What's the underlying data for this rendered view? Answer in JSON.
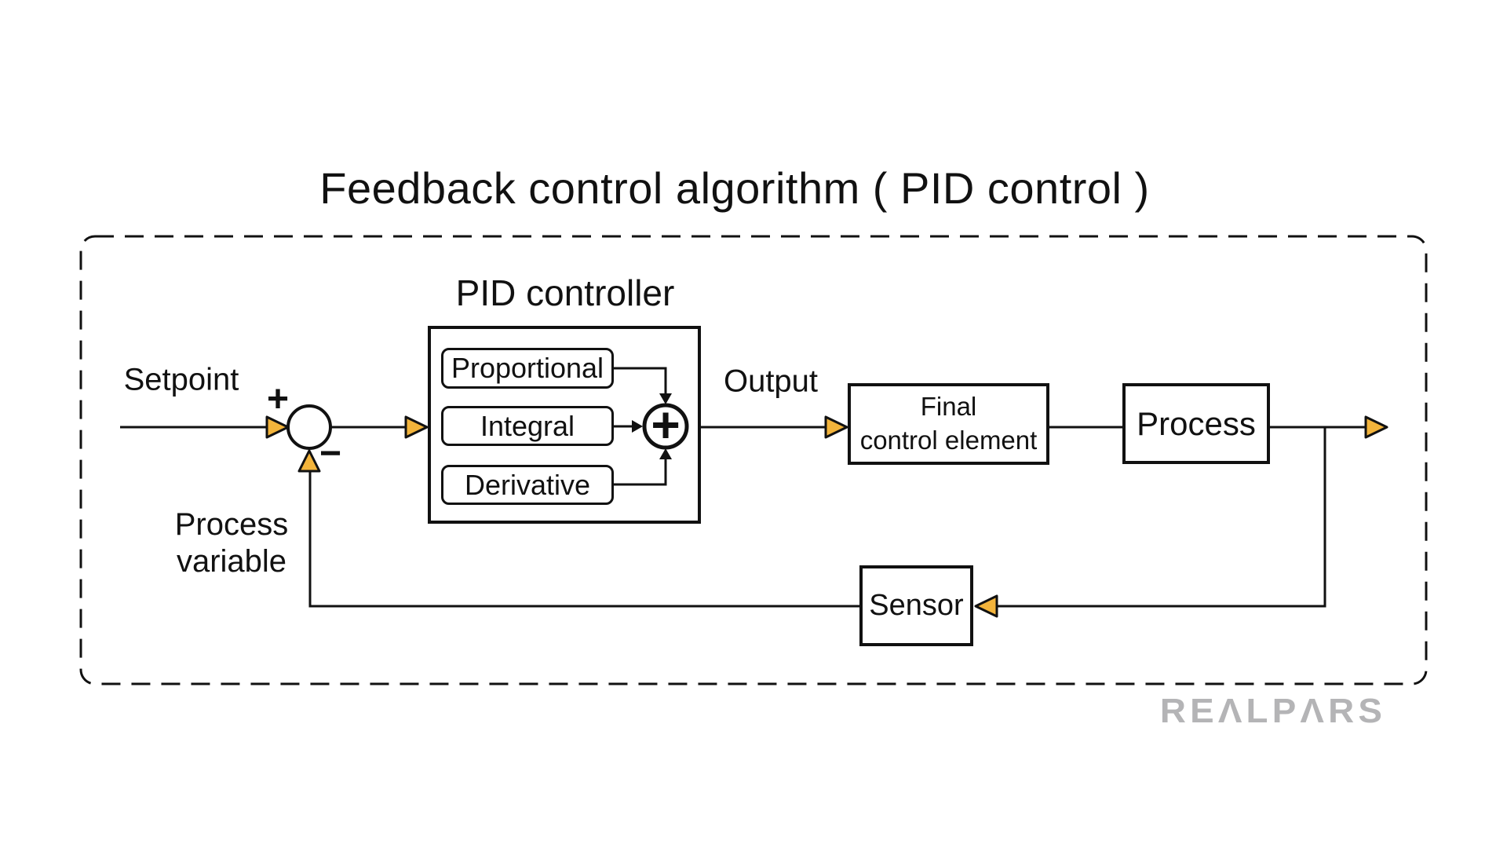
{
  "page": {
    "title": "Feedback control algorithm ( PID control )"
  },
  "colors": {
    "line": "#111111",
    "arrow": "#F3B43B",
    "logo": "#b4b4b6",
    "background": "#ffffff"
  },
  "signals": {
    "setpoint": "Setpoint",
    "process_variable": "Process\nvariable",
    "output": "Output",
    "plus_sign": "+",
    "minus_sign": "−",
    "sum_sign": "+"
  },
  "blocks": {
    "pid": {
      "title": "PID controller",
      "components": [
        "Proportional",
        "Integral",
        "Derivative"
      ]
    },
    "final_control_element": {
      "label": "Final\ncontrol element"
    },
    "process": {
      "label": "Process"
    },
    "sensor": {
      "label": "Sensor"
    }
  },
  "logo": {
    "text": "REALPARS",
    "display": "REΛLPΛRS"
  }
}
